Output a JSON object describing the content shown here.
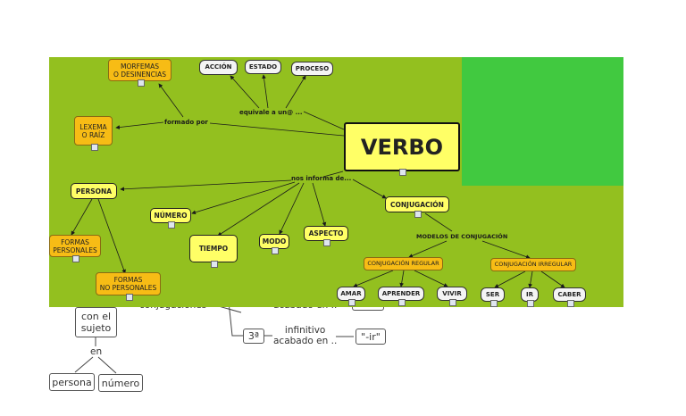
{
  "main_map": {
    "verbo": "VERBO",
    "morfemas": "MORFEMAS\nO DESINENCIAS",
    "lexema": "LEXEMA\nO RAÍZ",
    "accion": "ACCIÓN",
    "estado": "ESTADO",
    "proceso": "PROCESO",
    "persona": "PERSONA",
    "numero": "NÚMERO",
    "tiempo": "TIEMPO",
    "modo": "MODO",
    "aspecto": "ASPECTO",
    "conjugacion": "CONJUGACIÓN",
    "formas_personales": "FORMAS\nPERSONALES",
    "formas_no_personales": "FORMAS\nNO PERSONALES",
    "conj_regular": "CONJUGACIÓN REGULAR",
    "conj_irregular": "CONJUGACIÓN IRREGULAR",
    "amar": "AMAR",
    "aprender": "APRENDER",
    "vivir": "VIVIR",
    "ser": "SER",
    "ir": "IR",
    "caber": "CABER"
  },
  "link_labels": {
    "formado_por": "formado por",
    "equivale": "equivale a un@ ...",
    "nos_informa": "nos informa de...",
    "modelos": "MODELOS DE CONJUGACIÓN"
  },
  "background_map": {
    "con_el_sujeto": "con el\nsujeto",
    "en": "en",
    "persona": "persona",
    "numero": "número",
    "conjugaciones": "conjugaciones",
    "acabado_en_top": "acabado en ..",
    "tercera": "3ª",
    "infinitivo": "infinitivo\nacabado en ..",
    "terminacion": "\"-ir\""
  }
}
